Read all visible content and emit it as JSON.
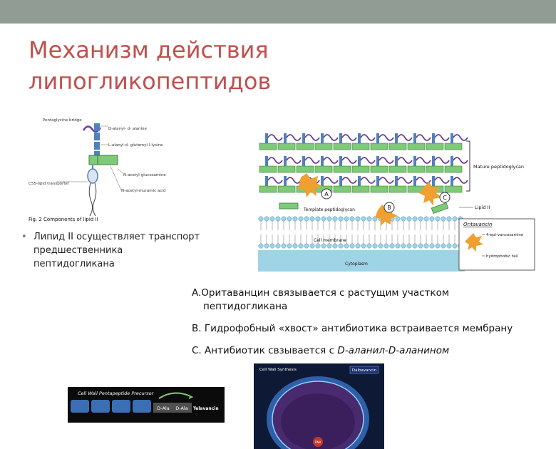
{
  "slide": {
    "title_line1": "Механизм действия",
    "title_line2": "липогликопептидов",
    "bullet_text": "Липид II осуществляет транспорт предшественника пептидогликана",
    "list_a": "A.Оритаванцин связывается с растущим участком",
    "list_a_cont": "пептидогликана",
    "list_b": "В. Гидрофобный «хвост» антибиотика встраивается  мембрану",
    "list_c_prefix": "С. Антибиотик свзывается с ",
    "list_c_italic": "D-аланил-D-аланином"
  },
  "fig1": {
    "label_bridge": "Pentaglycine bridge",
    "label_dala": "D-alanyl- d- alanine",
    "label_lalanyl": "L-alanyl-d- glutamyl-l-lysine",
    "label_nag": "N-acetyl-glucosamine",
    "label_nam": "N-acetyl-muramic acid",
    "label_transporter": "C55-lipid transporter",
    "caption": "Fig. 2  Components of lipid II"
  },
  "fig2": {
    "label_mature": "Mature peptidoglycan",
    "label_template": "Template peptidoglycan",
    "label_lipid": "Lipid II",
    "label_membrane": "Cell membrane",
    "label_cytoplasm": "Cytoplasm",
    "marker_a": "A",
    "marker_b": "B",
    "marker_c": "C",
    "legend_title": "Oritavancin",
    "legend_epi": "4-epi-vancosamine",
    "legend_tail": "hydrophobic tail"
  },
  "fig3": {
    "title": "Cell Wall Pentapeptide Precursor",
    "dala1": "D-Ala",
    "dala2": "D-Ala",
    "drug": "Telavancin"
  },
  "fig4": {
    "title": "Cell Wall Synthesis",
    "drug": "Dalbavancin",
    "dna": "DNA"
  },
  "colors": {
    "title": "#c0504d",
    "topbar": "#919c94",
    "green": "#7ec97a",
    "purple": "#6a3d9a",
    "orange": "#f0a030",
    "blue_membrane": "#9fd3e6"
  }
}
